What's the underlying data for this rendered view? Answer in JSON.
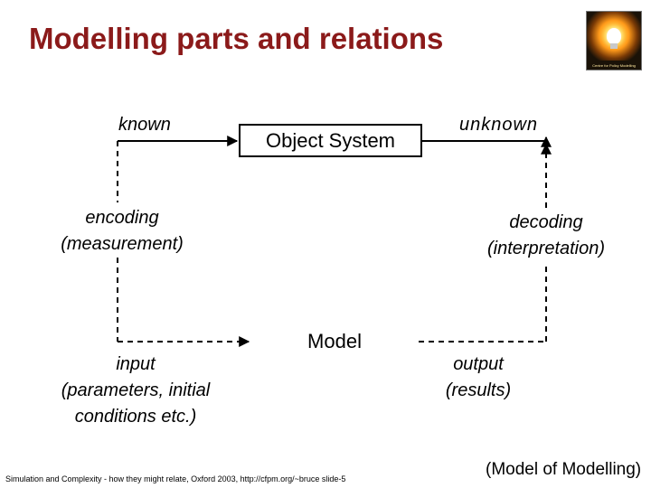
{
  "title": "Modelling parts and relations",
  "logo": {
    "caption": "Centre for Policy Modelling",
    "icon": "lightbulb-icon"
  },
  "diagram": {
    "known": "known",
    "unknown": "unknown",
    "object_system": "Object System",
    "model": "Model",
    "encoding": [
      "encoding",
      "(measurement)"
    ],
    "decoding": [
      "decoding",
      "(interpretation)"
    ],
    "input": [
      "input",
      "(parameters, initial",
      "conditions etc.)"
    ],
    "output": [
      "output",
      "(results)"
    ]
  },
  "footer": "Simulation and Complexity - how they might relate, Oxford 2003, http://cfpm.org/~bruce slide-5",
  "note": "(Model of Modelling)",
  "colors": {
    "title": "#8b1a1a",
    "lines": "#000000"
  }
}
